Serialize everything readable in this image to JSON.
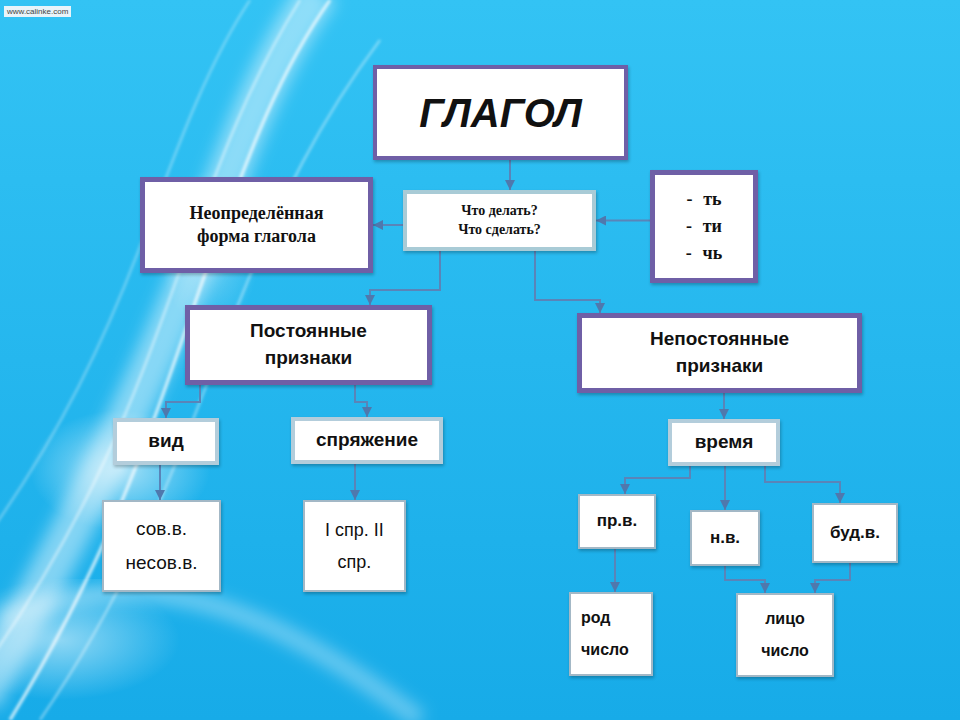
{
  "diagram": {
    "nodes": [
      {
        "text": [
          "ГЛАГОЛ"
        ]
      },
      {
        "text": [
          "Неопределённая форма глагола"
        ]
      },
      {
        "text": [
          "Что делать? Что сделать?"
        ]
      },
      {
        "text": [
          "- ть - ти - чь"
        ]
      },
      {
        "text": [
          "Постоянные признаки"
        ]
      },
      {
        "text": [
          "Непостоянные признаки"
        ]
      },
      {
        "text": [
          "вид"
        ]
      },
      {
        "text": [
          "спряжение"
        ]
      },
      {
        "text": [
          "время"
        ]
      },
      {
        "text": [
          "сов.в. несов.в."
        ]
      },
      {
        "text": [
          "I спр. II спр."
        ]
      },
      {
        "text": [
          "пр.в."
        ]
      },
      {
        "text": [
          "н.в."
        ]
      },
      {
        "text": [
          "буд.в."
        ]
      },
      {
        "text": [
          "род число"
        ]
      },
      {
        "text": [
          "лицо число"
        ]
      }
    ],
    "edges": [
      {
        "from": 0,
        "to": 2,
        "arrow": "to"
      },
      {
        "from": 3,
        "to": 2,
        "arrow": "to"
      },
      {
        "from": 2,
        "to": 1,
        "arrow": "to"
      },
      {
        "from": 2,
        "to": 4,
        "arrow": "to"
      },
      {
        "from": 2,
        "to": 5,
        "arrow": "to"
      },
      {
        "from": 4,
        "to": 6,
        "arrow": "to"
      },
      {
        "from": 4,
        "to": 7,
        "arrow": "to"
      },
      {
        "from": 5,
        "to": 8,
        "arrow": "to"
      },
      {
        "from": 6,
        "to": 9,
        "arrow": "to"
      },
      {
        "from": 7,
        "to": 10,
        "arrow": "to"
      },
      {
        "from": 8,
        "to": 11,
        "arrow": "to"
      },
      {
        "from": 8,
        "to": 12,
        "arrow": "to"
      },
      {
        "from": 8,
        "to": 13,
        "arrow": "to"
      },
      {
        "from": 11,
        "to": 14,
        "arrow": "to"
      },
      {
        "from": 12,
        "to": 15,
        "arrow": "to"
      },
      {
        "from": 13,
        "to": 15,
        "arrow": "to"
      }
    ],
    "labels": [
      "www.calinke.com"
    ]
  }
}
